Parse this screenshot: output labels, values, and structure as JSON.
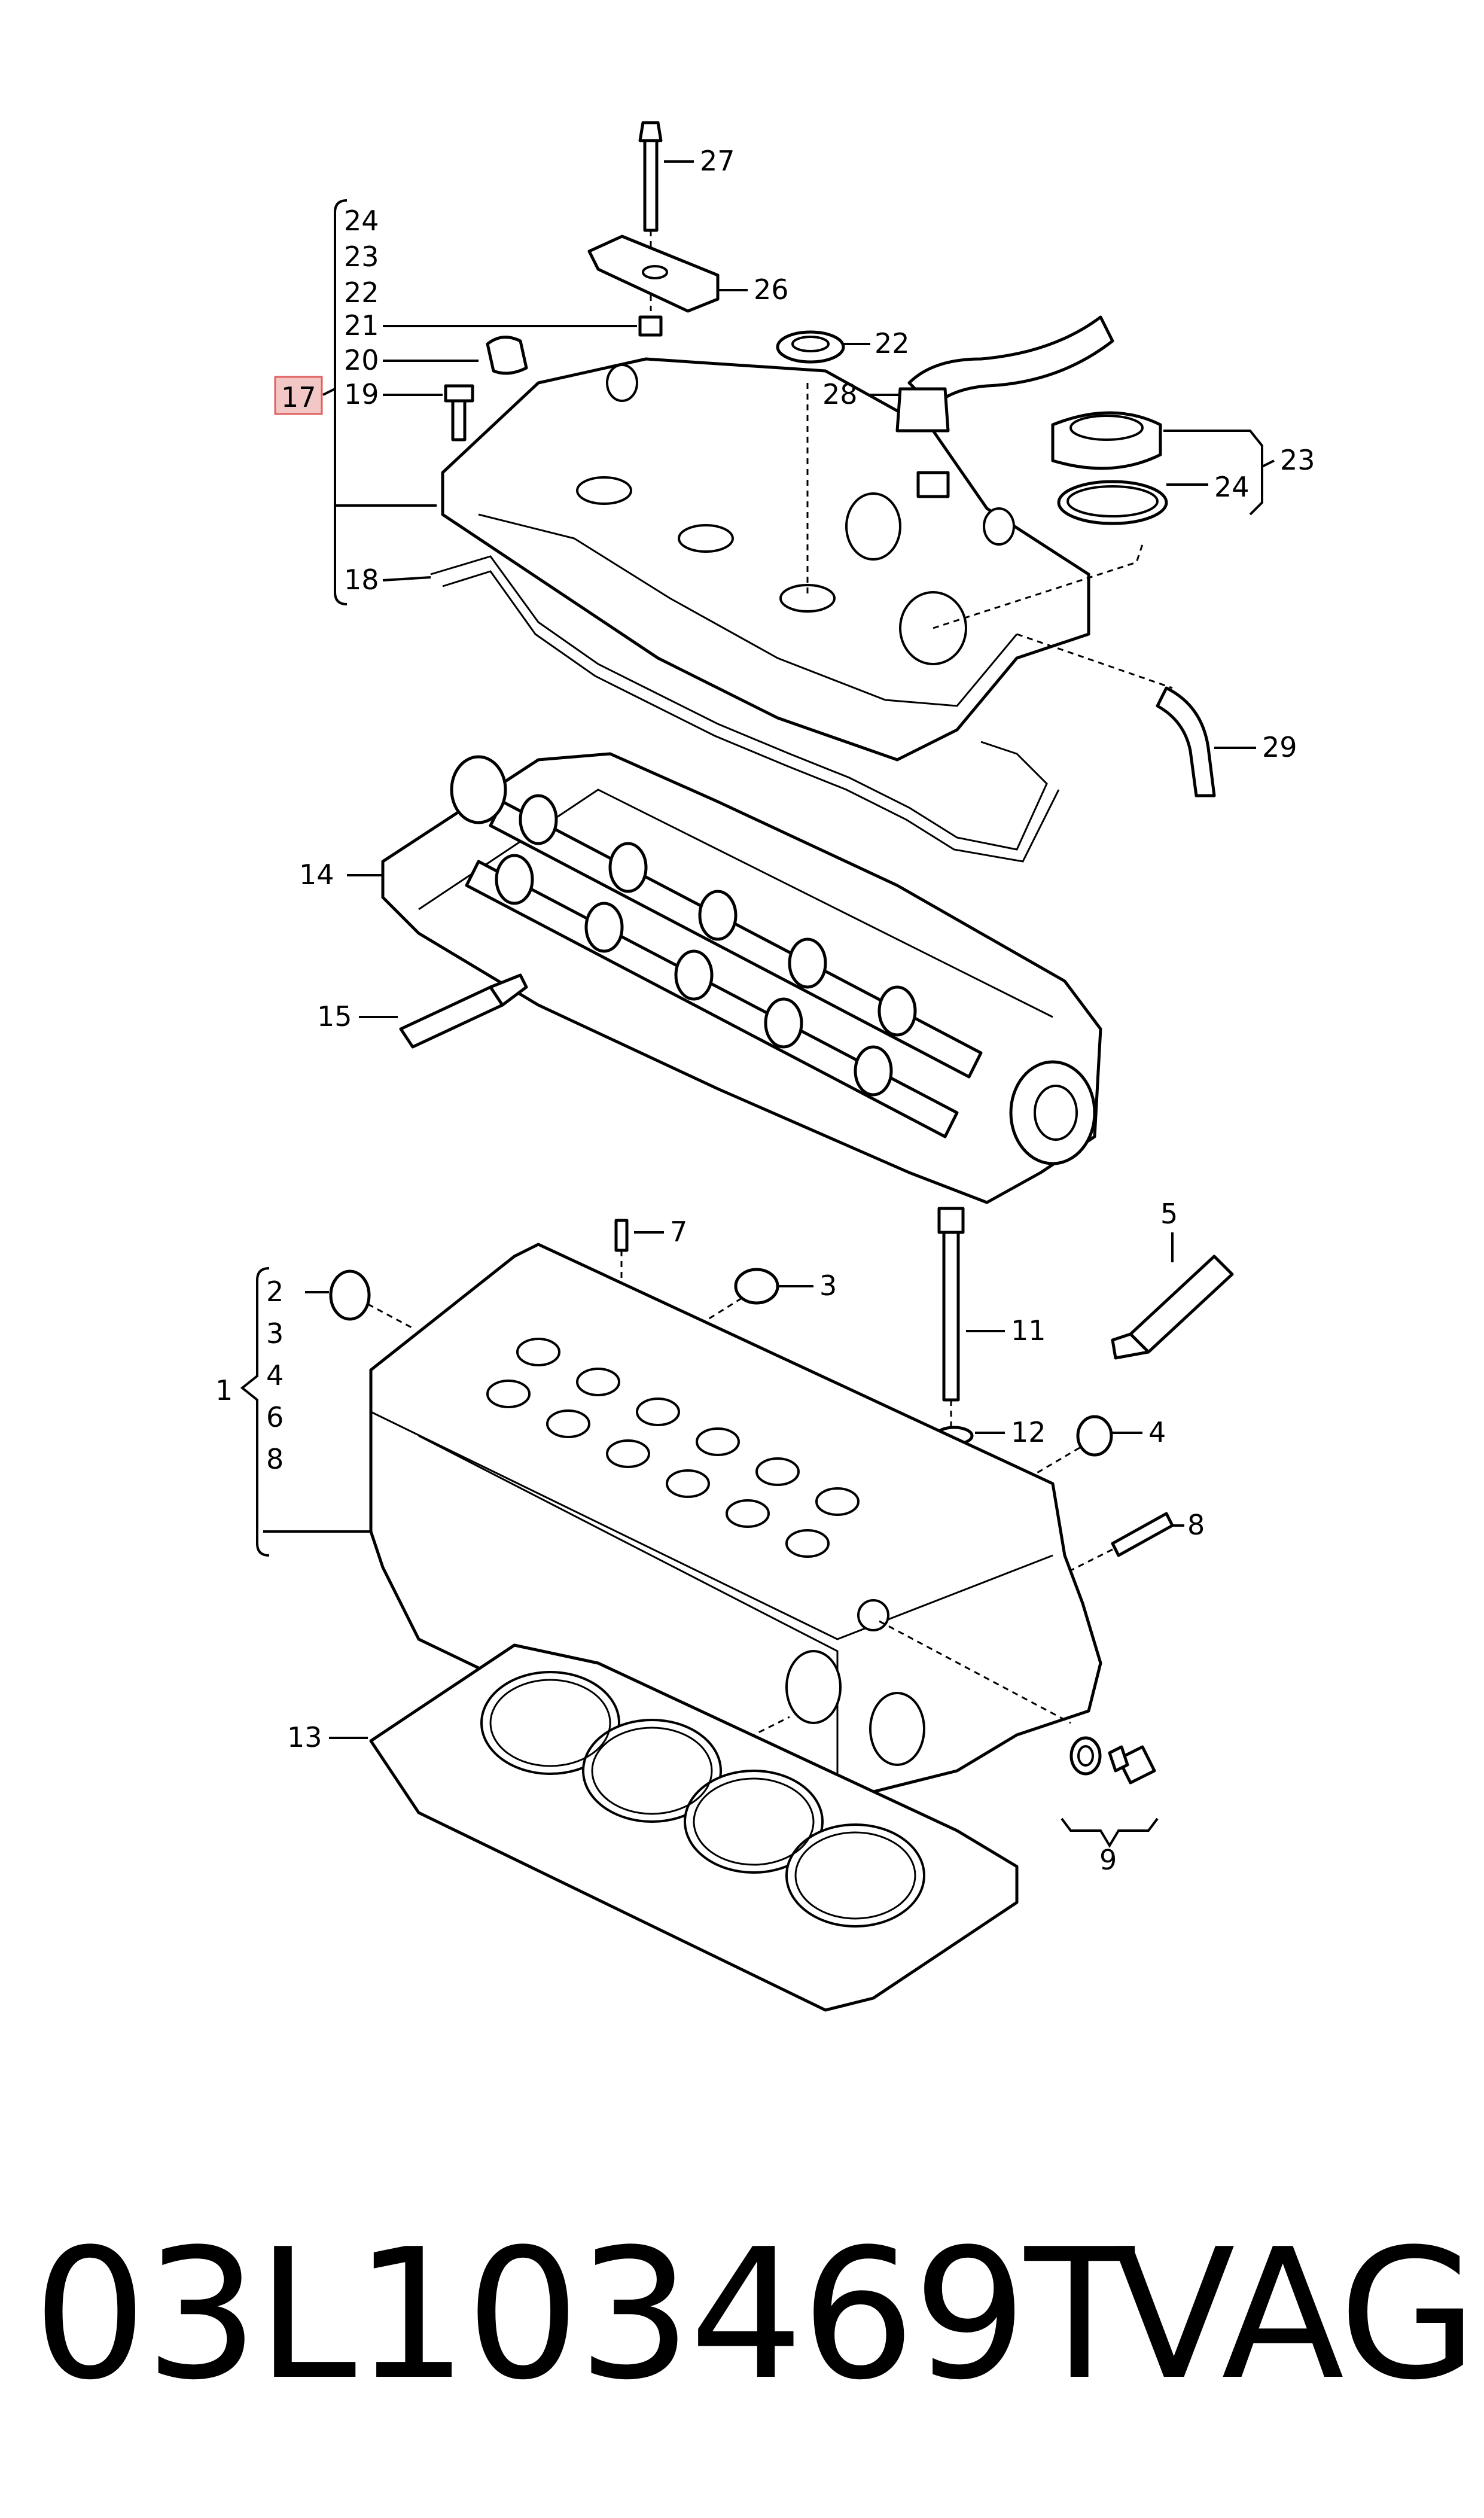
{
  "callouts": [
    {
      "id": "1",
      "text": "1"
    },
    {
      "id": "2",
      "text": "2"
    },
    {
      "id": "3a",
      "text": "3"
    },
    {
      "id": "4a",
      "text": "4"
    },
    {
      "id": "6a",
      "text": "6"
    },
    {
      "id": "8a",
      "text": "8"
    },
    {
      "id": "3",
      "text": "3"
    },
    {
      "id": "4",
      "text": "4"
    },
    {
      "id": "5",
      "text": "5"
    },
    {
      "id": "6",
      "text": "6"
    },
    {
      "id": "7",
      "text": "7"
    },
    {
      "id": "8",
      "text": "8"
    },
    {
      "id": "9",
      "text": "9"
    },
    {
      "id": "11",
      "text": "11"
    },
    {
      "id": "12",
      "text": "12"
    },
    {
      "id": "13",
      "text": "13"
    },
    {
      "id": "14",
      "text": "14"
    },
    {
      "id": "15",
      "text": "15"
    },
    {
      "id": "17",
      "text": "17"
    },
    {
      "id": "18",
      "text": "18"
    },
    {
      "id": "19",
      "text": "19"
    },
    {
      "id": "20",
      "text": "20"
    },
    {
      "id": "21",
      "text": "21"
    },
    {
      "id": "22",
      "text": "22"
    },
    {
      "id": "22b",
      "text": "22"
    },
    {
      "id": "23",
      "text": "23"
    },
    {
      "id": "23b",
      "text": "23"
    },
    {
      "id": "24",
      "text": "24"
    },
    {
      "id": "24b",
      "text": "24"
    },
    {
      "id": "26",
      "text": "26"
    },
    {
      "id": "27",
      "text": "27"
    },
    {
      "id": "28",
      "text": "28"
    },
    {
      "id": "29",
      "text": "29"
    }
  ],
  "highlight_color": "#f4c7c7",
  "highlight_border": "#e06060",
  "footer": {
    "part_number": "03L103469T",
    "brand": "VAG"
  }
}
